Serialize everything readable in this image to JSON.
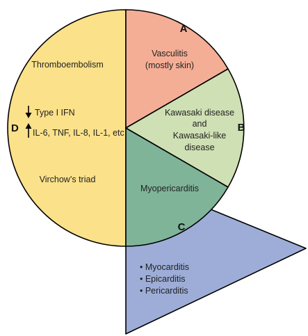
{
  "colors": {
    "thromboembolism": "#FBE18A",
    "vasculitis": "#F5AE96",
    "kawasaki": "#CFE0B4",
    "myopericarditis": "#7FB499",
    "callout": "#9DADD7",
    "outline": "#000000"
  },
  "segments": {
    "d": {
      "letter": "D",
      "title": "Thromboembolism",
      "down_text": "Type I IFN",
      "up_text": "IL-6, TNF, IL-8, IL-1, etc",
      "bottom_text": "Virchow’s triad",
      "down_icon": "down-arrow-icon",
      "up_icon": "up-arrow-icon"
    },
    "a": {
      "letter": "A",
      "line1": "Vasculitis",
      "line2": "(mostly skin)"
    },
    "b": {
      "letter": "B",
      "line1": "Kawasaki disease",
      "line2": "and",
      "line3": "Kawasaki-like",
      "line4": "disease"
    },
    "c": {
      "letter": "C",
      "title": "Myopericarditis"
    }
  },
  "callout": {
    "items": [
      "• Myocarditis",
      "• Epicarditis",
      "• Pericarditis"
    ]
  }
}
